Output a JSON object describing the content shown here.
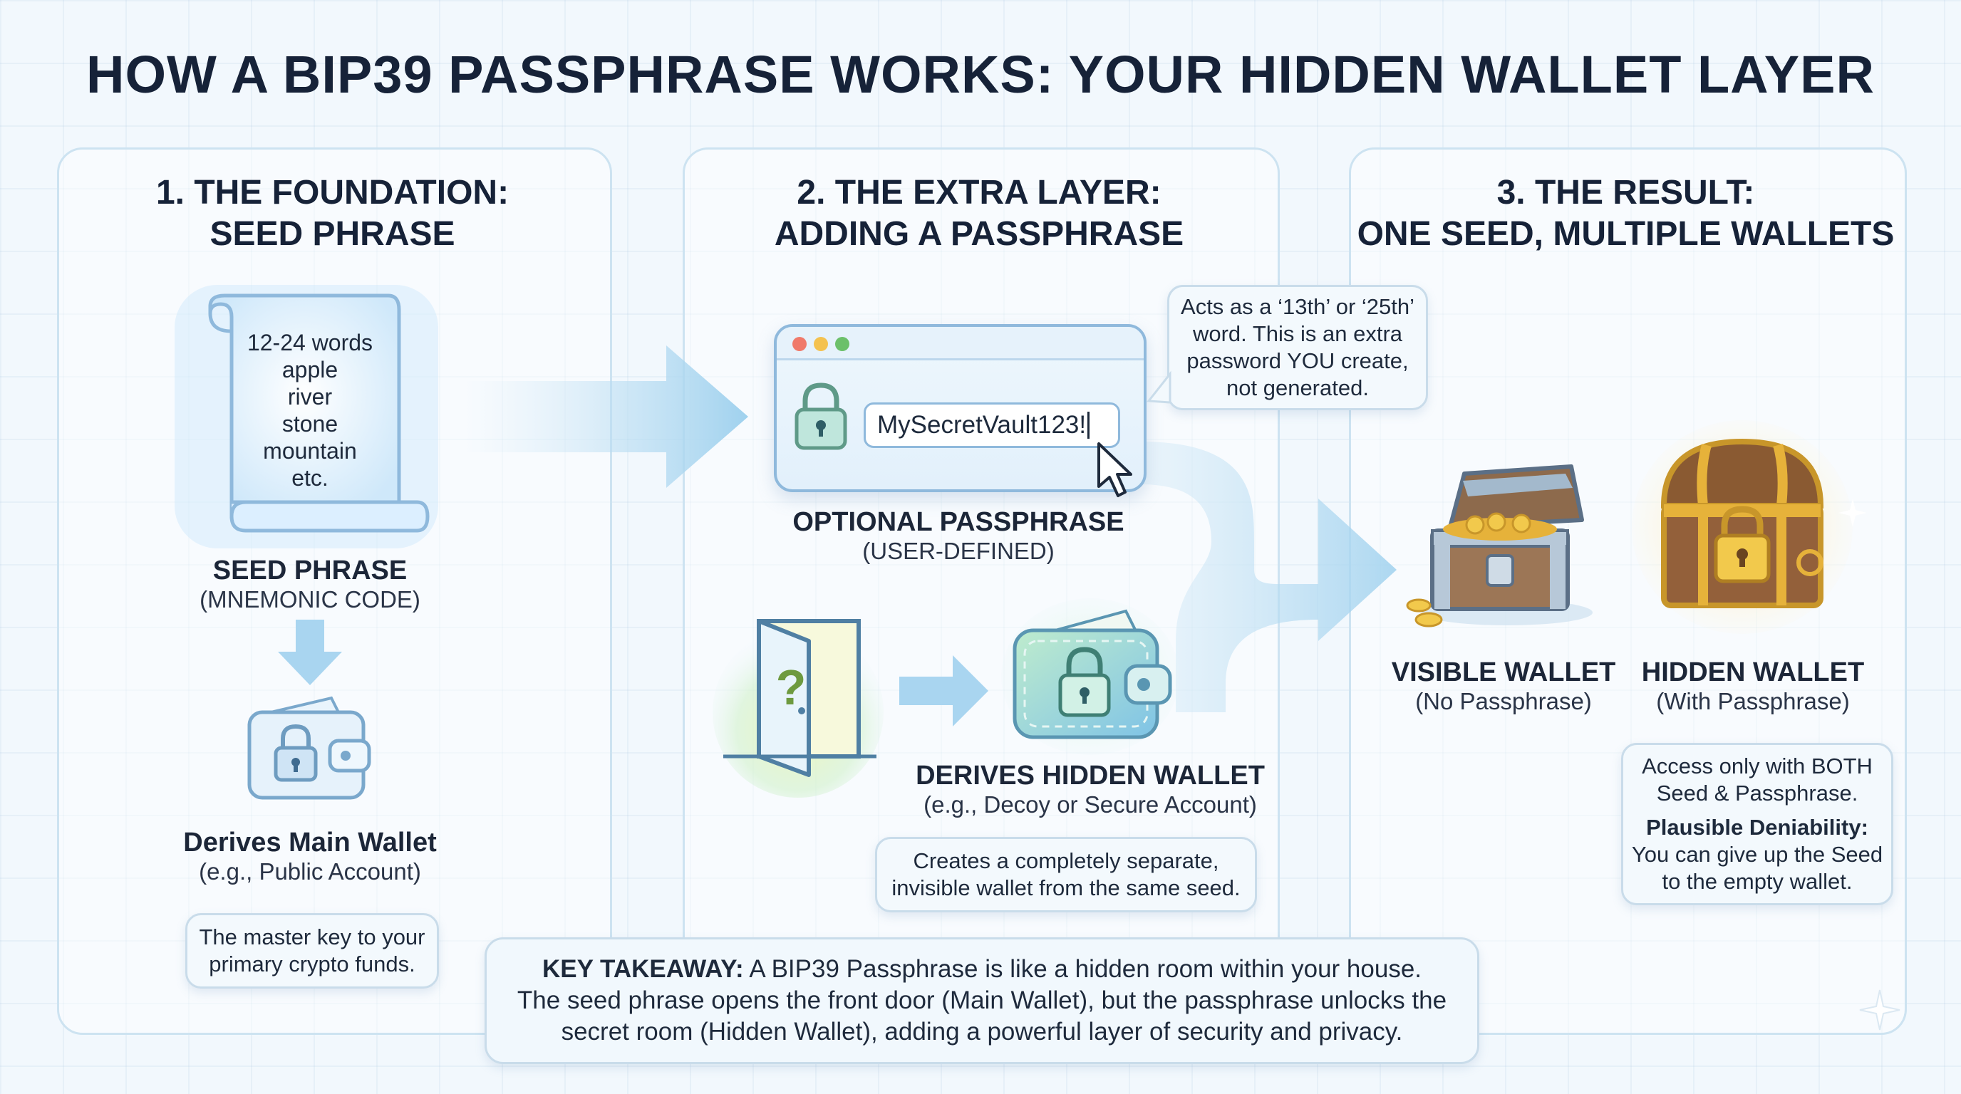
{
  "title": "HOW A BIP39 PASSPHRASE WORKS: YOUR HIDDEN WALLET LAYER",
  "panel1": {
    "title_line1": "1. THE FOUNDATION:",
    "title_line2": "SEED PHRASE",
    "scroll_words": [
      "12-24 words",
      "apple",
      "river",
      "stone",
      "mountain",
      "etc."
    ],
    "seed_label": "SEED PHRASE",
    "seed_sub": "(MNEMONIC CODE)",
    "wallet_label": "Derives Main Wallet",
    "wallet_sub": "(e.g., Public Account)",
    "note_line1": "The master key to your",
    "note_line2": "primary crypto funds."
  },
  "panel2": {
    "title_line1": "2. THE EXTRA LAYER:",
    "title_line2": "ADDING A PASSPHRASE",
    "passphrase_value": "MySecretVault123!",
    "callout_lines": [
      "Acts as a ‘13th’ or ‘25th’",
      "word. This is an extra",
      "password YOU create,",
      "not generated."
    ],
    "passphrase_label": "OPTIONAL PASSPHRASE",
    "passphrase_sub": "(USER-DEFINED)",
    "hidden_label": "DERIVES HIDDEN WALLET",
    "hidden_sub": "(e.g., Decoy or Secure Account)",
    "note_line1": "Creates a completely separate,",
    "note_line2": "invisible wallet from the same seed.",
    "door_glyph": "?"
  },
  "panel3": {
    "title_line1": "3. THE RESULT:",
    "title_line2": "ONE SEED, MULTIPLE WALLETS",
    "visible_label": "VISIBLE WALLET",
    "visible_sub": "(No Passphrase)",
    "hidden_label": "HIDDEN WALLET",
    "hidden_sub": "(With Passphrase)",
    "note_line1": "Access only with BOTH",
    "note_line2": "Seed & Passphrase.",
    "note_bold": "Plausible Deniability:",
    "note_line3": "You can give up the Seed",
    "note_line4": "to the empty wallet."
  },
  "takeaway": {
    "bold": "KEY TAKEAWAY:",
    "line1": " A BIP39 Passphrase is like a hidden room within your house.",
    "line2": "The seed phrase opens the front door (Main Wallet), but the passphrase unlocks the",
    "line3": "secret room (Hidden Wallet), adding a powerful layer of security and privacy."
  },
  "colors": {
    "accent_blue": "#7fc0e6",
    "gold": "#e6b23a",
    "green_glow": "#9fe08a",
    "text_dark": "#162238"
  },
  "icons": [
    "scroll-icon",
    "wallet-icon",
    "lock-icon",
    "browser-window-icon",
    "cursor-icon",
    "door-icon",
    "treasure-chest-open-icon",
    "treasure-chest-locked-icon",
    "sparkle-icon"
  ]
}
